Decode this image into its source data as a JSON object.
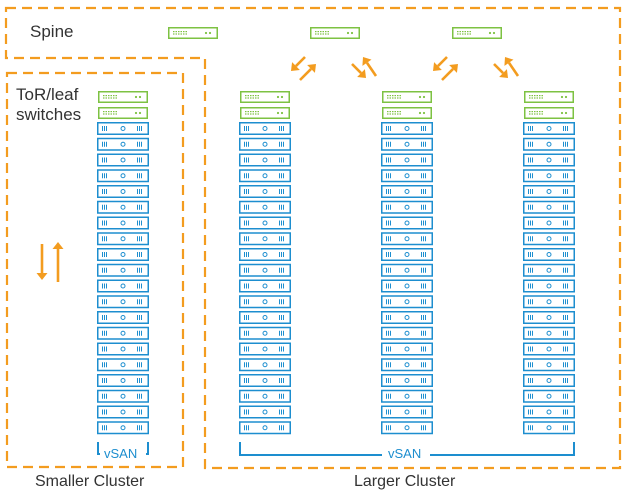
{
  "colors": {
    "orange": "#f39c1f",
    "switch_green": "#7dc242",
    "server_blue": "#1d8ecf",
    "text": "#333333"
  },
  "labels": {
    "spine": "Spine",
    "tor_line1": "ToR/leaf",
    "tor_line2": "switches",
    "smaller_cluster": "Smaller Cluster",
    "larger_cluster": "Larger Cluster",
    "vsan_small": "vSAN",
    "vsan_large": "vSAN"
  },
  "topology": {
    "spine_switch_count": 3,
    "leaf_switches_per_rack": 2,
    "servers_per_rack": 20,
    "smaller_cluster_racks": 1,
    "larger_cluster_racks": 3
  },
  "icons": {
    "spine_link_arrows": "bidirectional-diagonal-arrow-icon",
    "traffic_arrows": "up-down-arrow-icon",
    "switch": "network-switch-icon",
    "server": "server-icon"
  }
}
